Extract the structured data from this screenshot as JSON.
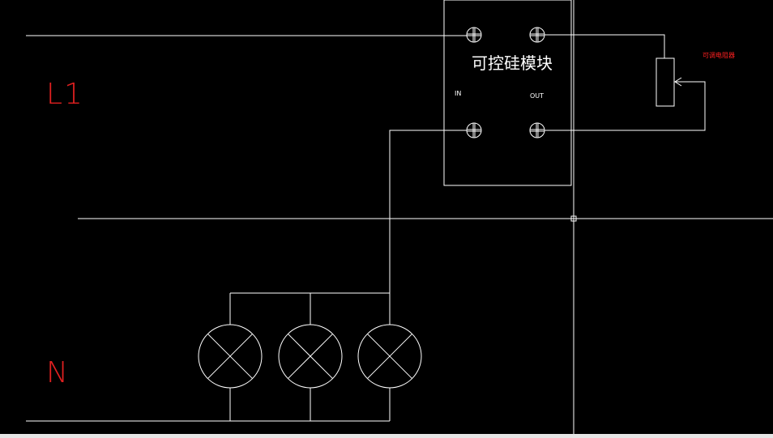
{
  "labels": {
    "l1": "L1",
    "n": "N",
    "module_title": "可控硅模块",
    "in": "IN",
    "out": "OUT",
    "resistor": "可调电阻器"
  },
  "colors": {
    "wire": "#ffffff",
    "label": "#e02020",
    "background": "#000000"
  }
}
